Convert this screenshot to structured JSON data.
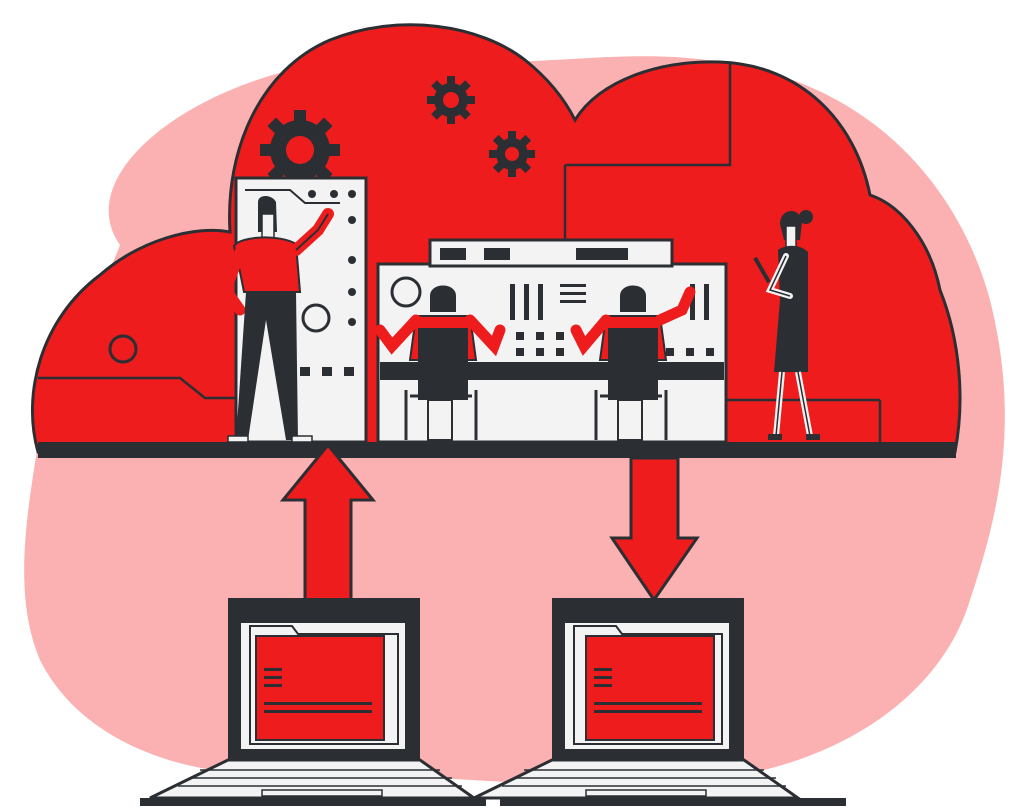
{
  "illustration": {
    "palette": {
      "background": "#ffffff",
      "blob": "#fbb1b1",
      "cloud": "#ee1c1c",
      "ink": "#2b2f33",
      "panel": "#f3f3f3"
    },
    "icons": [
      "gear-icon",
      "folder-icon",
      "upload-arrow-icon",
      "download-arrow-icon",
      "laptop-icon",
      "person-icon"
    ],
    "scene_parts": [
      "cloud",
      "control-room",
      "operators",
      "laptops",
      "data-arrows"
    ]
  }
}
